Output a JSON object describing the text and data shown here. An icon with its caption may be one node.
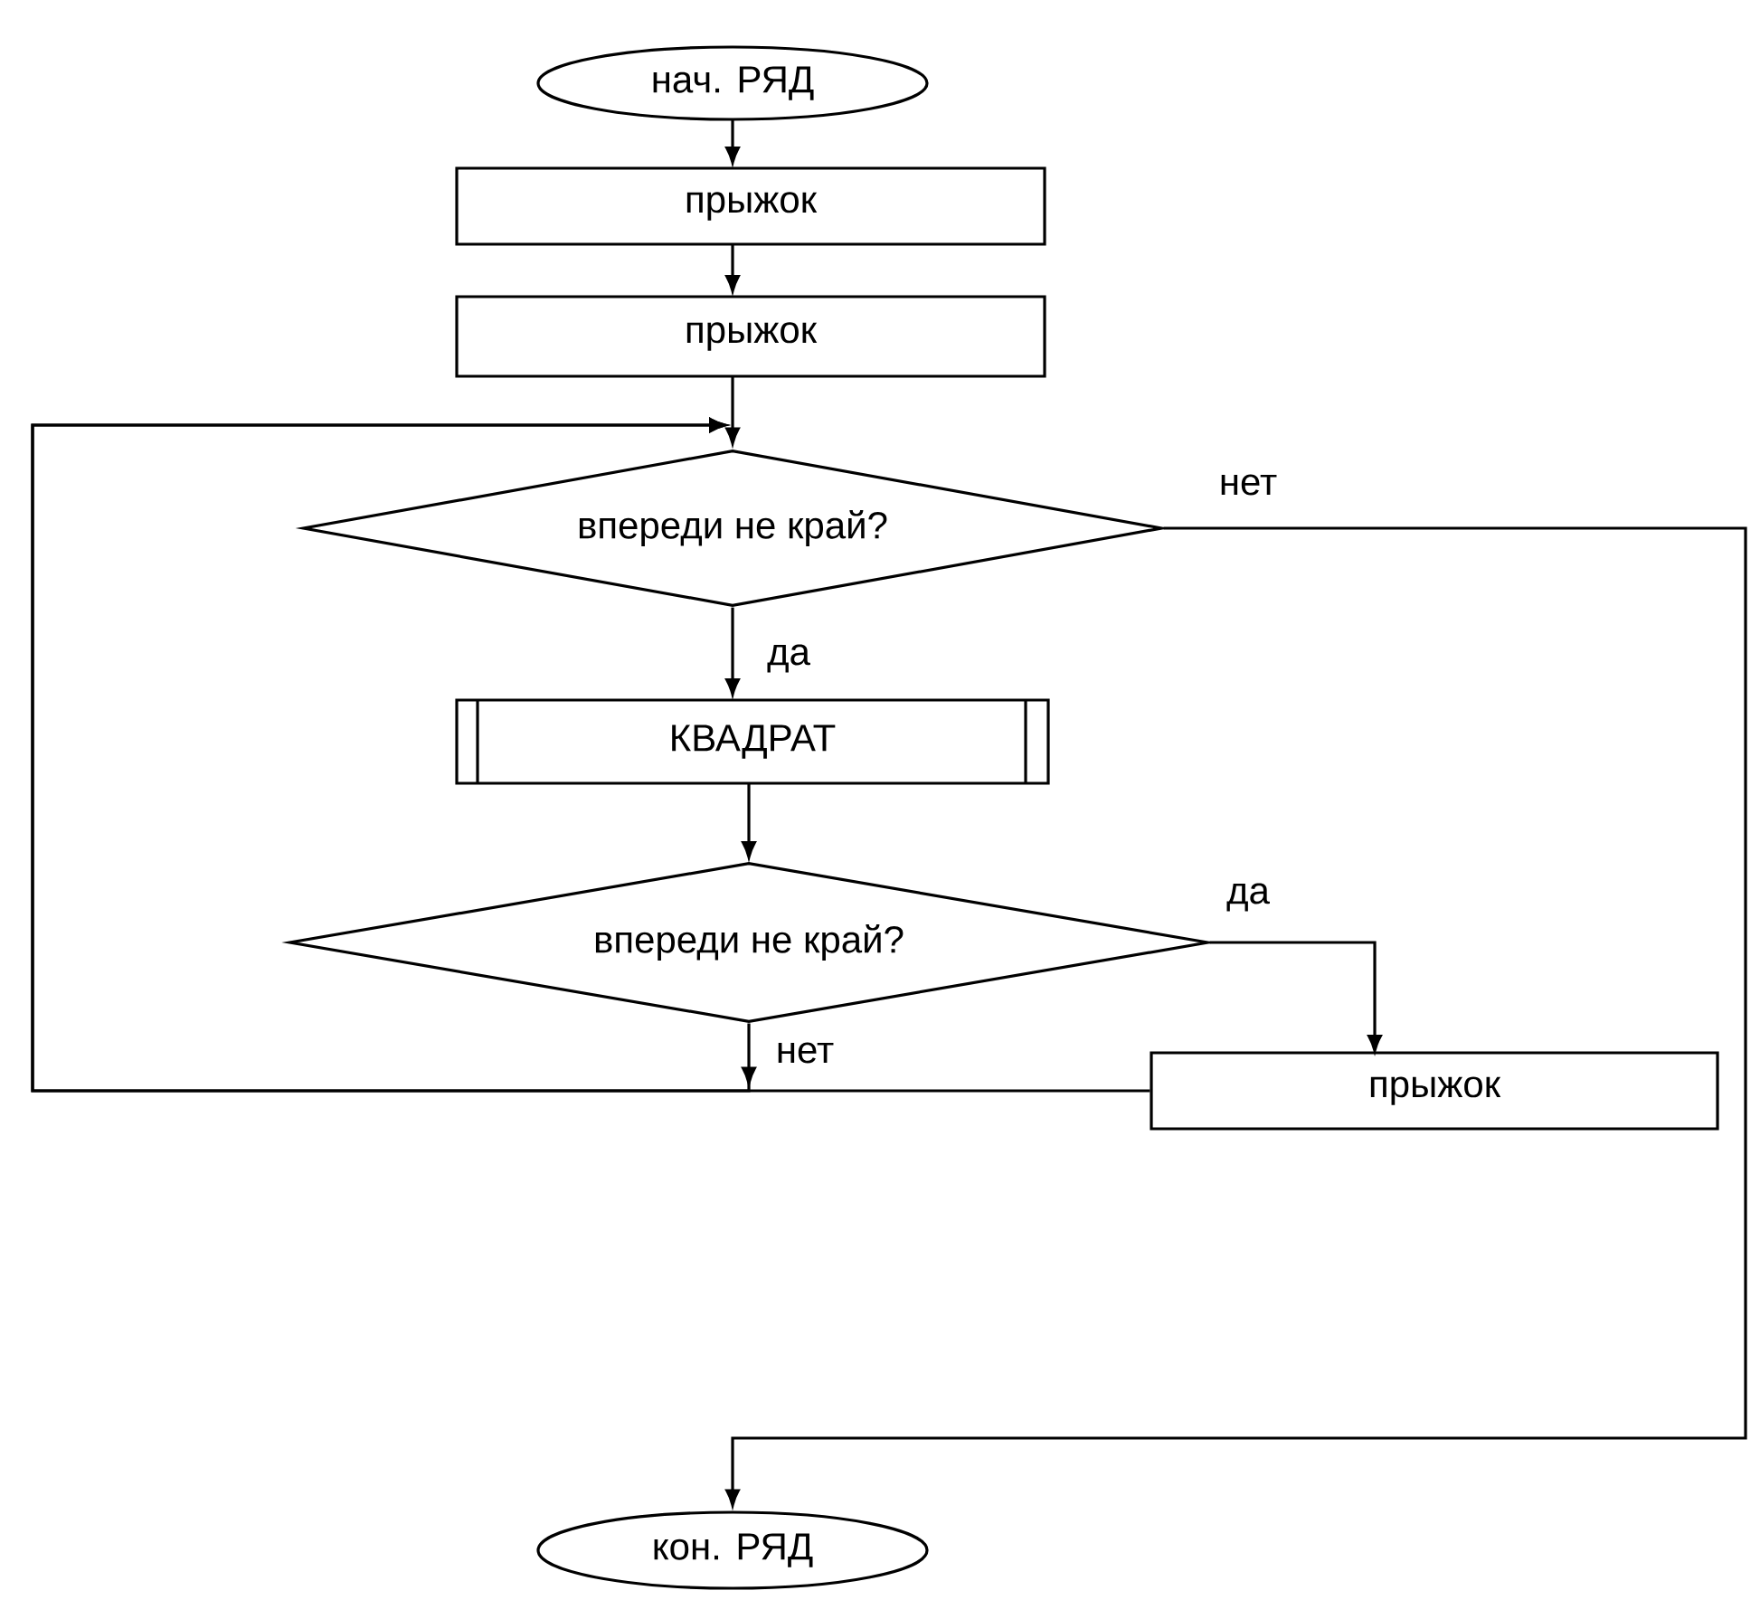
{
  "diagram": {
    "nodes": [
      {
        "text": [
          "нач. РЯД"
        ]
      },
      {
        "text": [
          "прыжок"
        ]
      },
      {
        "text": [
          "прыжок"
        ]
      },
      {
        "text": [
          "впереди не край?"
        ]
      },
      {
        "text": [
          "КВАДРАТ"
        ]
      },
      {
        "text": [
          "впереди не край?"
        ]
      },
      {
        "text": [
          "прыжок"
        ]
      },
      {
        "text": [
          "кон. РЯД"
        ]
      }
    ],
    "edges": [
      {
        "from": 0,
        "to": 1,
        "arrow": "to"
      },
      {
        "from": 1,
        "to": 2,
        "arrow": "to"
      },
      {
        "from": 2,
        "to": 3,
        "arrow": "to"
      },
      {
        "from": 3,
        "to": 4,
        "arrow": "to",
        "label": "да"
      },
      {
        "from": 4,
        "to": 5,
        "arrow": "to"
      },
      {
        "from": 5,
        "to": 6,
        "arrow": "to",
        "label": "да"
      },
      {
        "from": 5,
        "to": 3,
        "arrow": "to",
        "label": "нет"
      },
      {
        "from": 6,
        "to": 3,
        "arrow": "to"
      },
      {
        "from": 3,
        "to": 7,
        "arrow": "to",
        "label": "нет"
      }
    ]
  }
}
